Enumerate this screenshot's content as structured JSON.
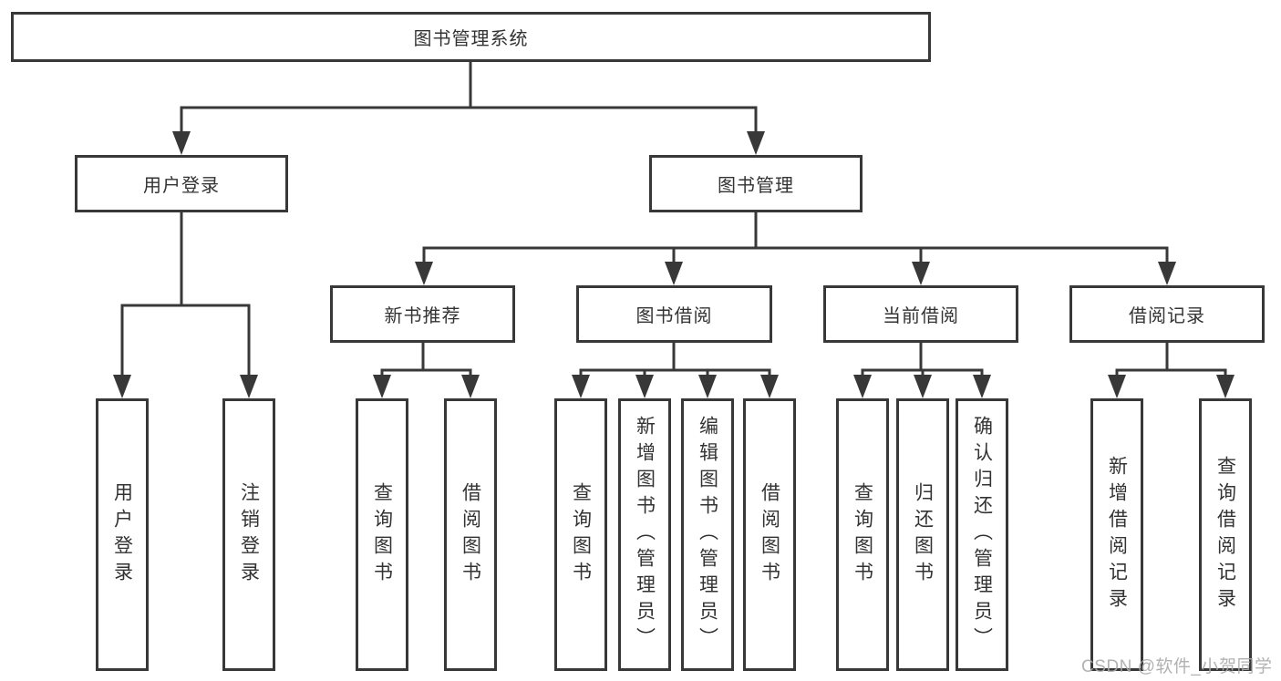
{
  "diagram": {
    "root": {
      "label": "图书管理系统"
    },
    "level2": [
      {
        "label": "用户登录"
      },
      {
        "label": "图书管理"
      }
    ],
    "level3": [
      {
        "label": "新书推荐"
      },
      {
        "label": "图书借阅"
      },
      {
        "label": "当前借阅"
      },
      {
        "label": "借阅记录"
      }
    ],
    "leafGroups": [
      {
        "parent": "用户登录",
        "items": [
          "用户登录",
          "注销登录"
        ]
      },
      {
        "parent": "新书推荐",
        "items": [
          "查询图书",
          "借阅图书"
        ]
      },
      {
        "parent": "图书借阅",
        "items": [
          "查询图书",
          "新增图书（管理员）",
          "编辑图书（管理员）",
          "借阅图书"
        ]
      },
      {
        "parent": "当前借阅",
        "items": [
          "查询图书",
          "归还图书",
          "确认归还（管理员）"
        ]
      },
      {
        "parent": "借阅记录",
        "items": [
          "新增借阅记录",
          "查询借阅记录"
        ]
      }
    ]
  },
  "watermark": {
    "text": "CSDN @软件_小贺同学"
  },
  "colors": {
    "line": "#383838",
    "text": "#333333",
    "background": "#ffffff",
    "watermark": "#aaaaaa"
  }
}
